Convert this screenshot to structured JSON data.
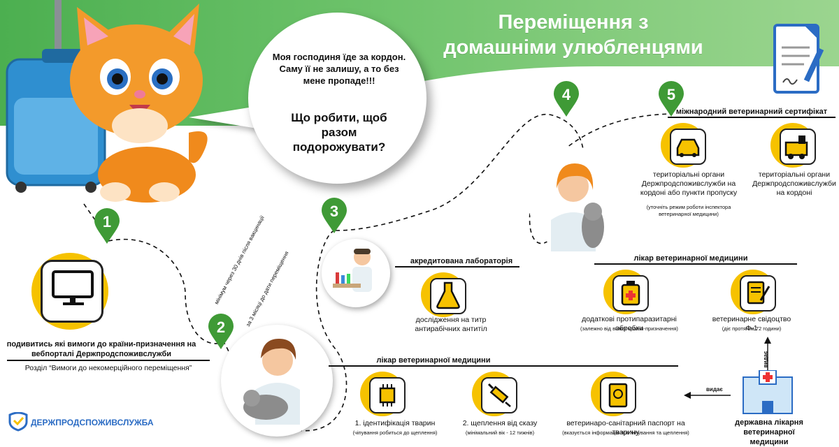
{
  "title_line1": "Переміщення з",
  "title_line2": "домашніми улюбленцями",
  "bubble": {
    "line1": "Моя господиня їде за кордон. Саму її не залишу, а то без мене пропаде!!!",
    "line2": "Що робити, щоб разом подорожувати?"
  },
  "steps": [
    "1",
    "2",
    "3",
    "4",
    "5"
  ],
  "step1": {
    "text": "подивитись які вимоги до країни-призначення на вебпорталі Держпродспоживслужби",
    "sub": "Розділ “Вимоги до некомерційного переміщення”"
  },
  "step2": {
    "heading": "лікар ветеринарної медицини",
    "item1": "1. ідентифікація тварин",
    "item1_note": "(чіпування робиться до щеплення)",
    "item2": "2. щеплення від сказу",
    "item2_note": "(мінімальний вік - 12 тижнів)",
    "item3": "ветеринаро-санітарний паспорт на тварину",
    "item3_note": "(вказується інформація про чіпування та щеплення)"
  },
  "step3": {
    "heading": "акредитована лабораторія",
    "item": "дослідження на титр антирабічних антитіл",
    "arc1": "мінімум через 30 днів після вакцинації",
    "arc2": "за 3 місяці до дати переміщення"
  },
  "step4": {
    "heading": "лікар ветеринарної медицини",
    "item1": "додаткові протипаразитарні обробки",
    "item1_note": "(залежно від вимог країни-призначення)",
    "item2": "ветеринарне свідоцтво Ф-1",
    "item2_note": "(діє протягом 72 години)"
  },
  "step5": {
    "heading": "міжнародний ветеринарний сертифікат",
    "item1": "територіальні органи Держпродспоживслужби на кордоні або пункти пропуску",
    "item1_note": "(уточніть режим роботи інспектора ветеринарної медицини)",
    "item2": "територіальні органи Держпродспоживслужби на кордоні"
  },
  "hospital": {
    "label": "державна лікарня ветеринарної медицини",
    "issues_left": "видає",
    "issues_up": "видає"
  },
  "logo": "ДЕРЖПРОДСПОЖИВСЛУЖБА",
  "colors": {
    "green": "#4caf50",
    "yellow": "#f6c200",
    "pin": "#3f9a36"
  }
}
